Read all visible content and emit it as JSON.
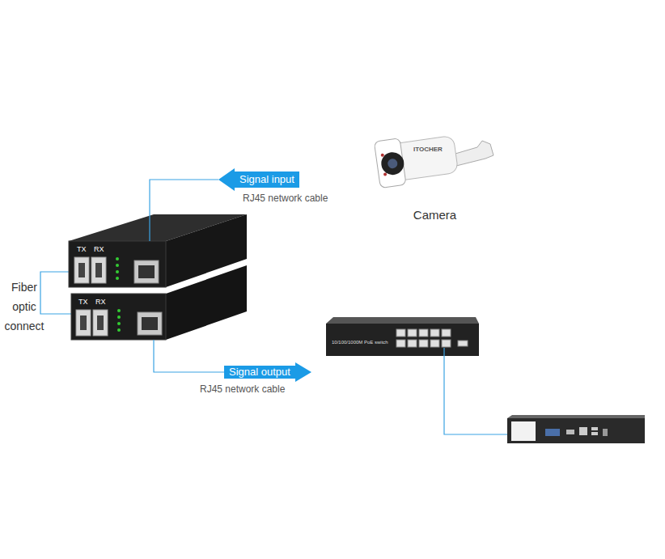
{
  "diagram": {
    "nodes": [
      {
        "text": [
          "TX",
          "RX"
        ]
      },
      {
        "text": [
          "TX",
          "RX"
        ]
      },
      {
        "text": [
          "Signal input",
          "RJ45 network cable"
        ]
      },
      {
        "text": [
          "Signal output",
          "RJ45 network cable"
        ]
      },
      {
        "text": [
          "Camera"
        ]
      },
      {
        "text": [
          "10/100/1000M PoE switch"
        ]
      }
    ],
    "edges": [
      {
        "from": 0,
        "to": 2,
        "arrow": "none"
      },
      {
        "from": 1,
        "to": 3,
        "arrow": "none"
      }
    ],
    "labels": [
      "Fiber optic connect",
      "ITOCHER"
    ]
  }
}
